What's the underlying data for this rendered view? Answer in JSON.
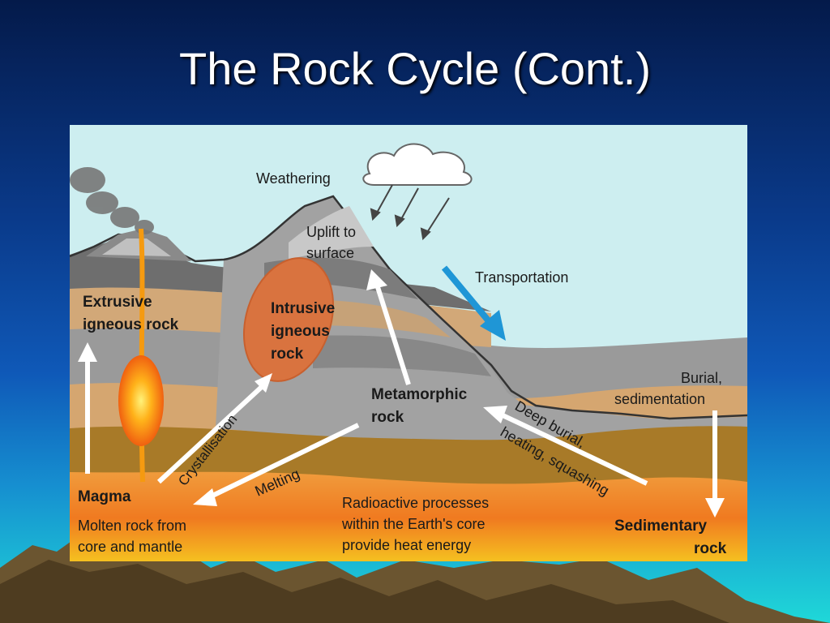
{
  "slide": {
    "title": "The Rock Cycle (Cont.)"
  },
  "diagram": {
    "labels": {
      "weathering": "Weathering",
      "uplift_1": "Uplift to",
      "uplift_2": "surface",
      "transportation": "Transportation",
      "extrusive_1": "Extrusive",
      "extrusive_2": "igneous rock",
      "intrusive_1": "Intrusive",
      "intrusive_2": "igneous",
      "intrusive_3": "rock",
      "burial_1": "Burial,",
      "burial_2": "sedimentation",
      "metamorphic_1": "Metamorphic",
      "metamorphic_2": "rock",
      "crystallisation": "Crystallisation",
      "deep_burial_1": "Deep burial,",
      "deep_burial_2": "heating, squashing",
      "melting": "Melting",
      "magma": "Magma",
      "molten_1": "Molten rock from",
      "molten_2": "core and mantle",
      "radio_1": "Radioactive processes",
      "radio_2": "within the Earth's core",
      "radio_3": "provide heat energy",
      "sedimentary_1": "Sedimentary",
      "sedimentary_2": "rock"
    }
  }
}
